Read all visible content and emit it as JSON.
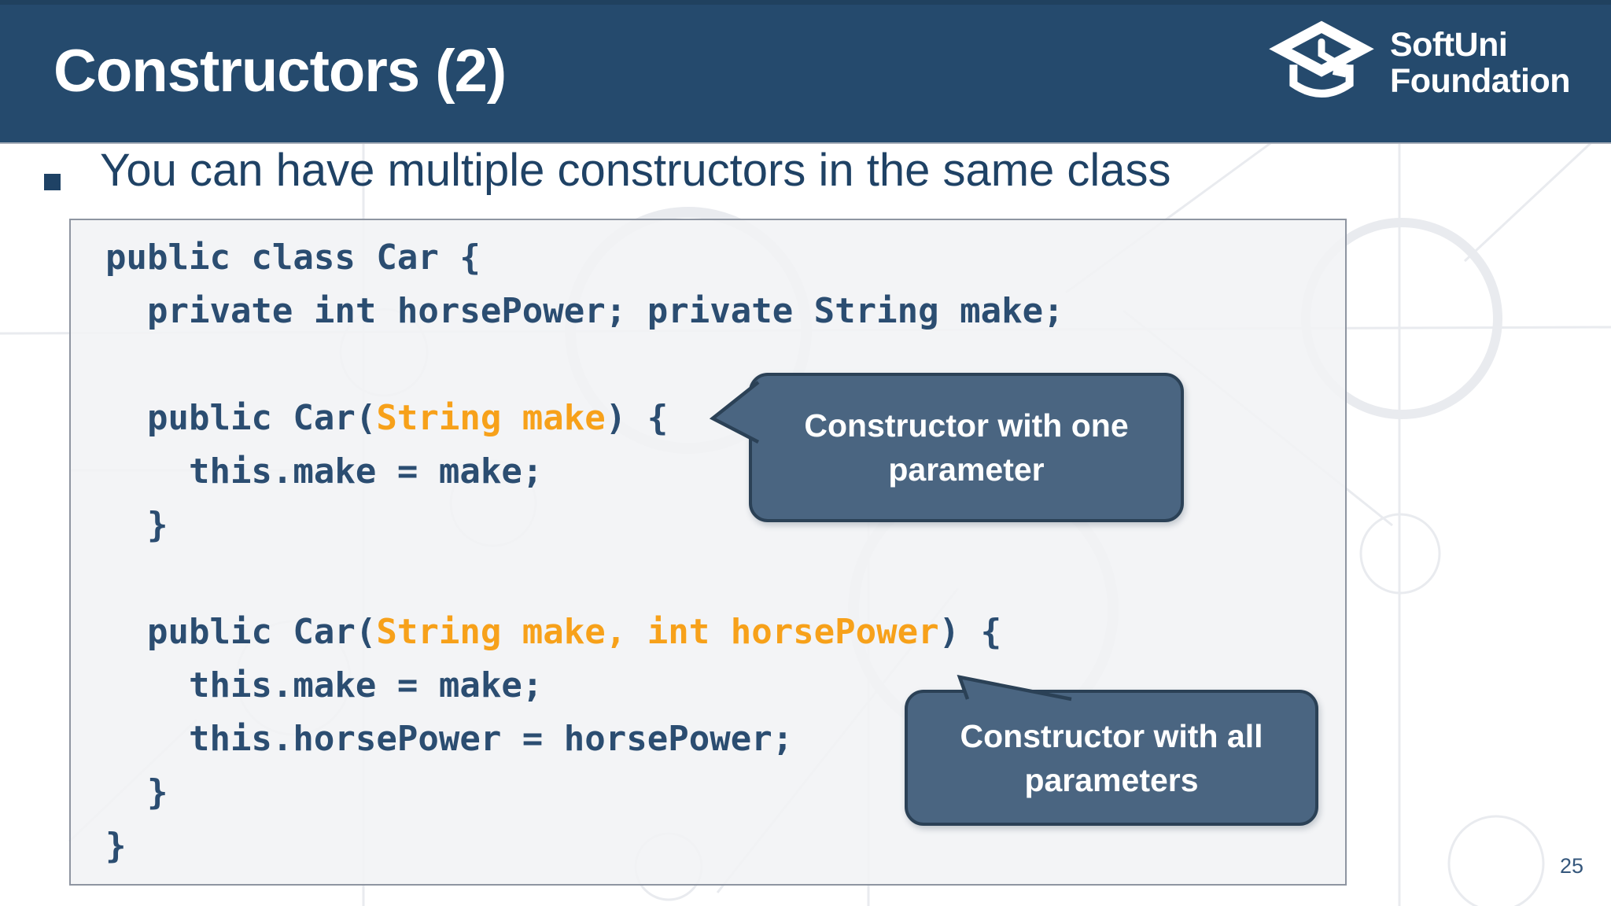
{
  "header": {
    "title": "Constructors (2)",
    "logo": {
      "icon": "graduation-cap-icon",
      "line1": "SoftUni",
      "line2": "Foundation"
    }
  },
  "bullet": {
    "text": "You can have multiple constructors in the same class"
  },
  "code": {
    "lines": [
      {
        "segments": [
          {
            "text": "public class Car {",
            "style": "default"
          }
        ]
      },
      {
        "segments": [
          {
            "text": "  private int horsePower; private String make;",
            "style": "default"
          }
        ]
      },
      {
        "segments": [
          {
            "text": "",
            "style": "default"
          }
        ]
      },
      {
        "segments": [
          {
            "text": "  public Car(",
            "style": "default"
          },
          {
            "text": "String make",
            "style": "accent"
          },
          {
            "text": ") {",
            "style": "default"
          }
        ]
      },
      {
        "segments": [
          {
            "text": "    this.make = make;",
            "style": "default"
          }
        ]
      },
      {
        "segments": [
          {
            "text": "  }",
            "style": "default"
          }
        ]
      },
      {
        "segments": [
          {
            "text": "",
            "style": "default"
          }
        ]
      },
      {
        "segments": [
          {
            "text": "  public Car(",
            "style": "default"
          },
          {
            "text": "String make, int horsePower",
            "style": "accent"
          },
          {
            "text": ") {",
            "style": "default"
          }
        ]
      },
      {
        "segments": [
          {
            "text": "    this.make = make;",
            "style": "default"
          }
        ]
      },
      {
        "segments": [
          {
            "text": "    this.horsePower = horsePower;",
            "style": "default"
          }
        ]
      },
      {
        "segments": [
          {
            "text": "  }",
            "style": "default"
          }
        ]
      },
      {
        "segments": [
          {
            "text": "}",
            "style": "default"
          }
        ]
      }
    ]
  },
  "callouts": [
    {
      "text": "Constructor with one parameter"
    },
    {
      "text": "Constructor with all parameters"
    }
  ],
  "footer": {
    "page_number": "25"
  },
  "colors": {
    "header-bg": "#254a6d",
    "title-text": "#ffffff",
    "body-text": "#1f4265",
    "code-text": "#2b4d71",
    "code-accent": "#f7a11a",
    "code-box-border": "#8e95a1",
    "callout-bg": "#4a6581",
    "callout-border": "#2b4156",
    "callout-text": "#ffffff",
    "pattern": "#e9ebef"
  }
}
